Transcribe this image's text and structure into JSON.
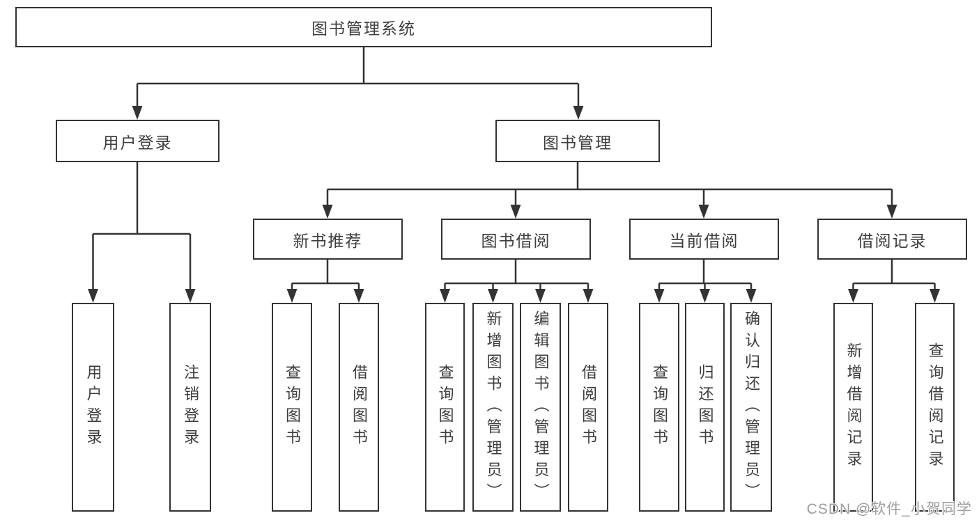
{
  "diagram": {
    "root": {
      "label": "图书管理系统"
    },
    "level2": {
      "user_login": {
        "label": "用户登录"
      },
      "book_mgmt": {
        "label": "图书管理"
      }
    },
    "level3": {
      "new_books": {
        "label": "新书推荐"
      },
      "borrowing": {
        "label": "图书借阅"
      },
      "current": {
        "label": "当前借阅"
      },
      "records": {
        "label": "借阅记录"
      }
    },
    "leaves": {
      "user_login": [
        "用户登录",
        "注销登录"
      ],
      "new_books": [
        "查询图书",
        "借阅图书"
      ],
      "borrowing": [
        "查询图书",
        "新增图书（管理员）",
        "编辑图书（管理员）",
        "借阅图书"
      ],
      "current": [
        "查询图书",
        "归还图书",
        "确认归还（管理员）"
      ],
      "records": [
        "新增借阅记录",
        "查询借阅记录"
      ]
    },
    "line_color": "#333333",
    "text_color": "#3d3d3d"
  },
  "watermark": {
    "label": "CSDN @软件_小贺同学",
    "color": "#9e9e9e"
  }
}
